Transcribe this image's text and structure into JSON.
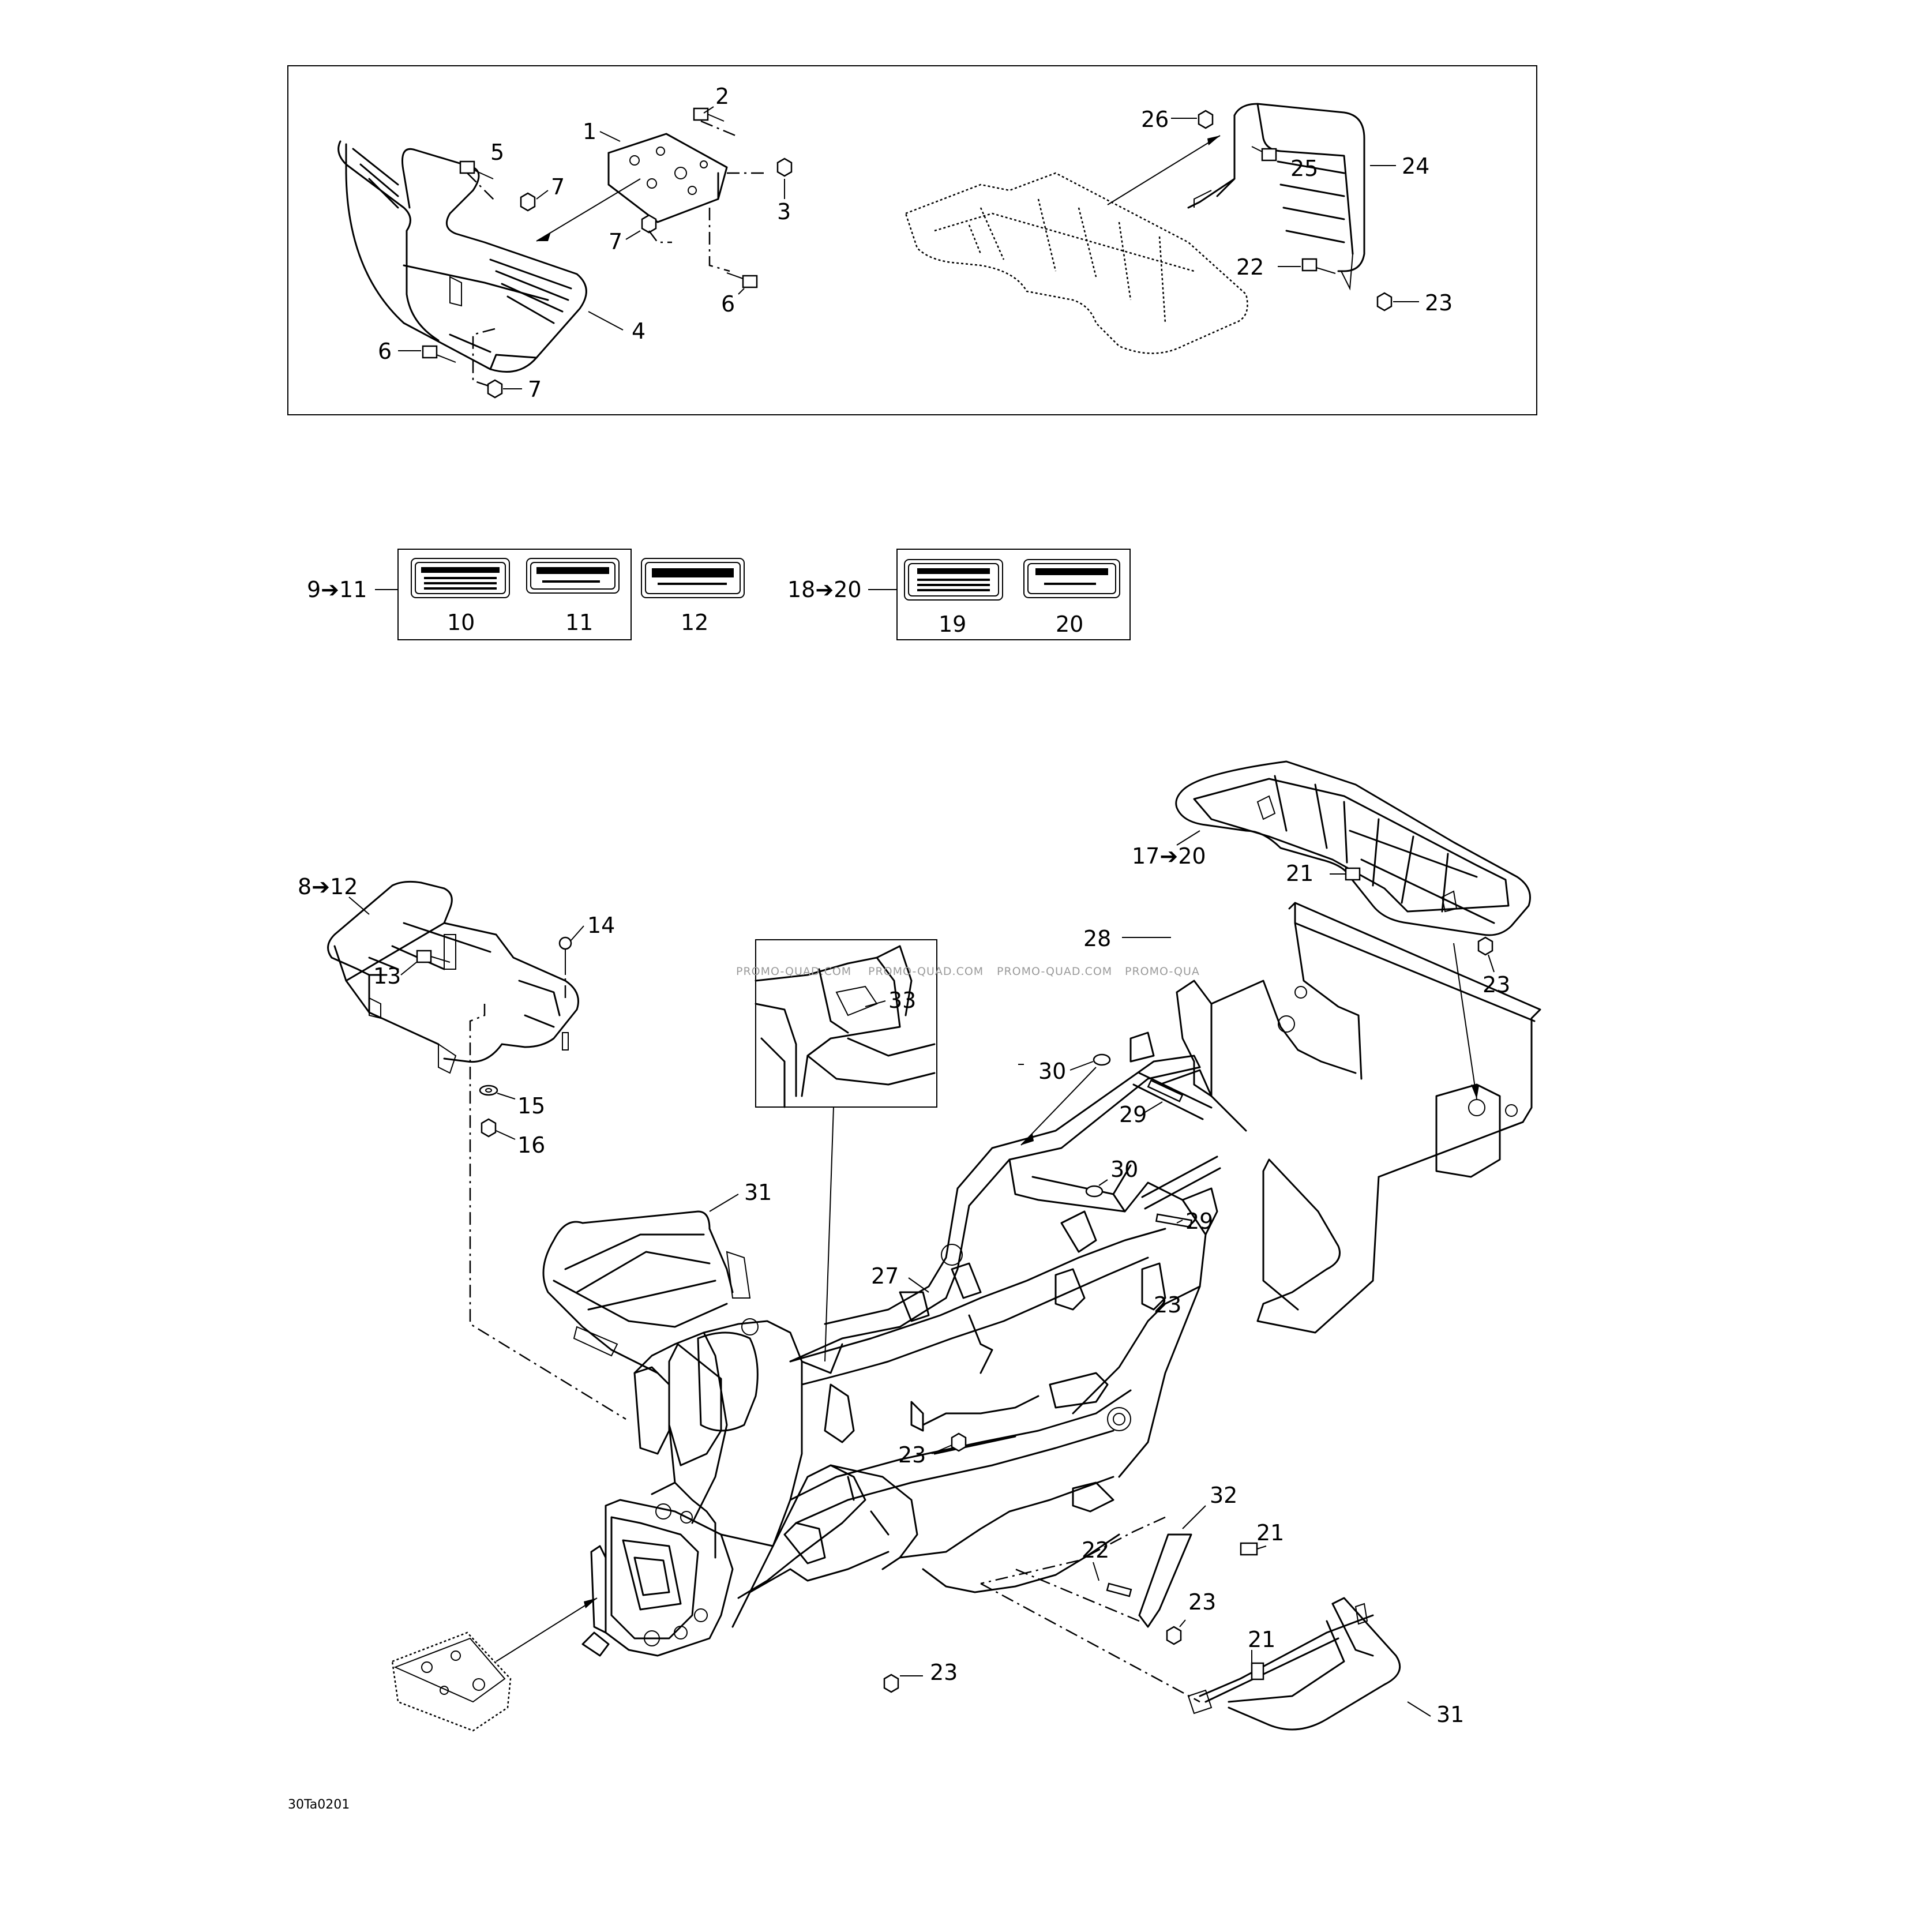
{
  "diagram_code": "30Ta0201",
  "watermark_texts": [
    "PROMO-QUAD.COM",
    "PROMO-QUAD.COM",
    "PROMO-QUAD.COM",
    "PROMO-QUA"
  ],
  "top_section": {
    "front_bumper_group": [
      "1",
      "2",
      "3",
      "4",
      "5",
      "6",
      "6",
      "7",
      "7",
      "7"
    ],
    "rear_bumper_group": [
      "22",
      "23",
      "24",
      "25",
      "26"
    ]
  },
  "decal_section": {
    "group_a_label": "9➔11",
    "group_a_items": [
      "10",
      "11",
      "12"
    ],
    "group_b_label": "18➔20",
    "group_b_items": [
      "19",
      "20"
    ]
  },
  "main_section": {
    "front_rack_label": "8➔12",
    "rear_rack_label": "17➔20",
    "callouts": [
      "13",
      "14",
      "15",
      "16",
      "21",
      "21",
      "21",
      "22",
      "23",
      "23",
      "23",
      "23",
      "23",
      "27",
      "28",
      "29",
      "29",
      "30",
      "30",
      "31",
      "31",
      "32",
      "33"
    ]
  }
}
